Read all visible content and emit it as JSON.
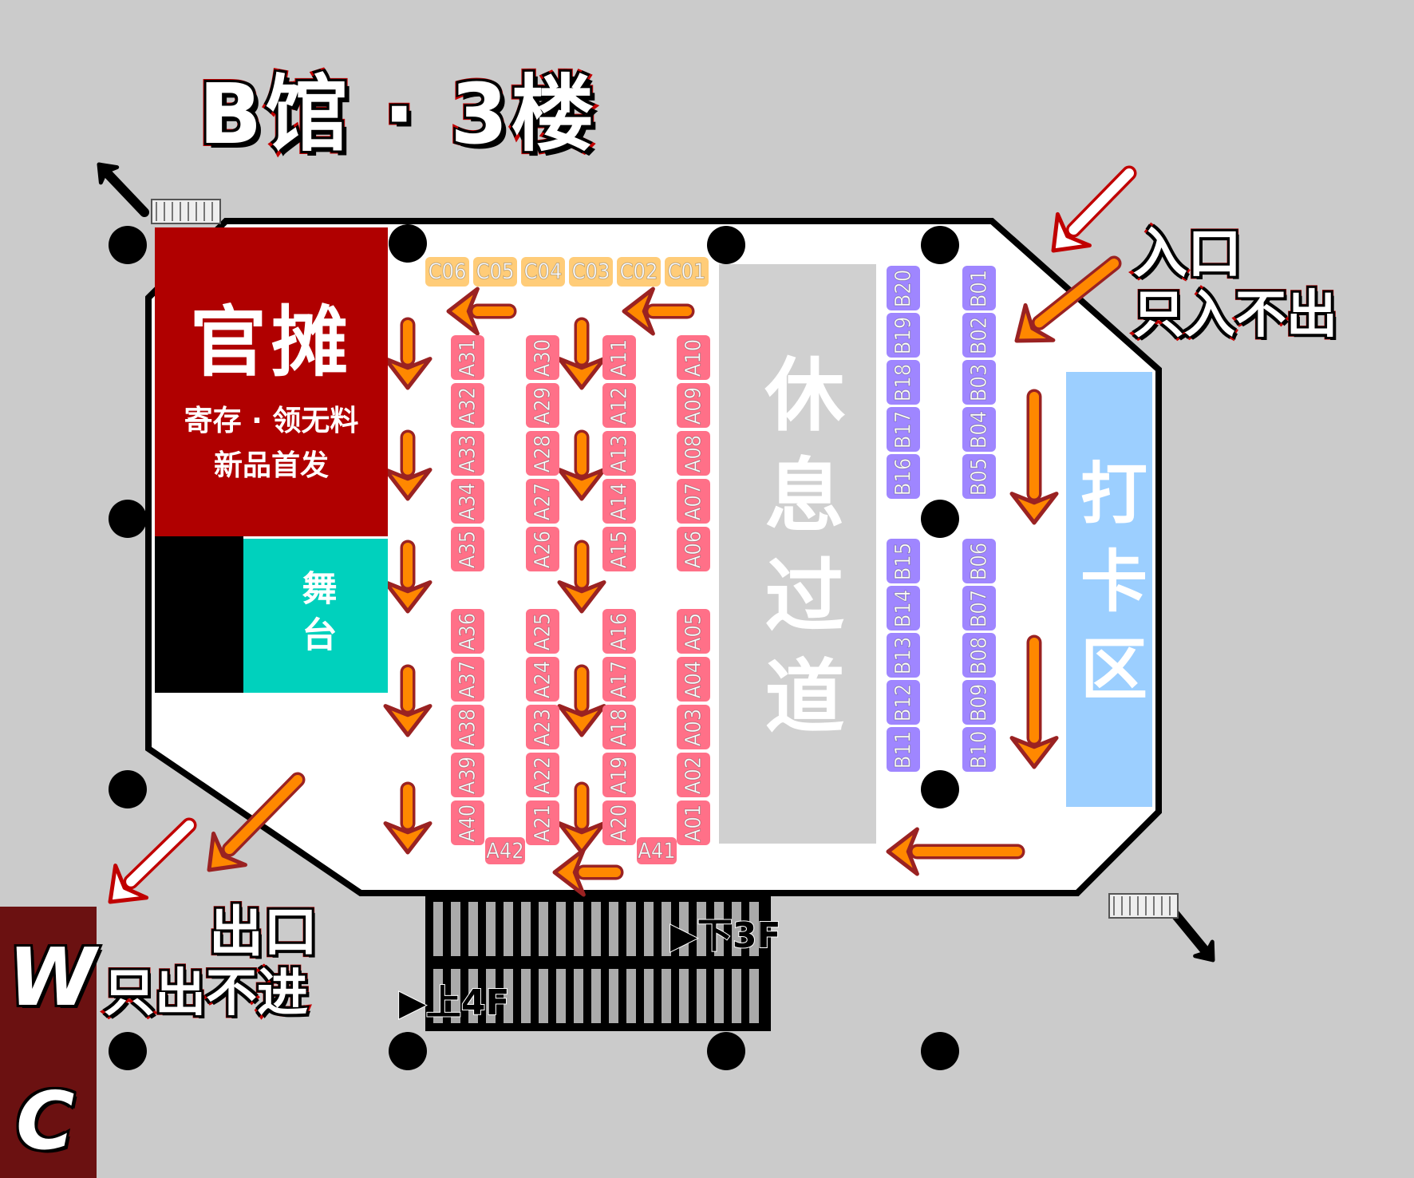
{
  "title": "B馆 · 3楼",
  "zones": {
    "official": {
      "title": "官摊",
      "line1": "寄存 · 领无料",
      "line2": "新品首发"
    },
    "stage": {
      "label": "舞台"
    },
    "rest_aisle": {
      "label": "休息过道"
    },
    "photo": {
      "label": "打卡区"
    }
  },
  "entrance": {
    "line1": "入口",
    "line2": "只入不出"
  },
  "exit": {
    "line1": "出口",
    "line2": "只出不进"
  },
  "escalator": {
    "down": "▶下3F",
    "up": "▶上4F"
  },
  "wc": {
    "w": "W",
    "c": "C"
  },
  "booths": {
    "c_row": [
      "C06",
      "C05",
      "C04",
      "C03",
      "C02",
      "C01"
    ],
    "a_columns": [
      {
        "top": [
          "A31",
          "A32",
          "A33",
          "A34",
          "A35"
        ],
        "bottom": [
          "A36",
          "A37",
          "A38",
          "A39",
          "A40"
        ]
      },
      {
        "top": [
          "A30",
          "A29",
          "A28",
          "A27",
          "A26"
        ],
        "bottom": [
          "A25",
          "A24",
          "A23",
          "A22",
          "A21"
        ]
      },
      {
        "top": [
          "A11",
          "A12",
          "A13",
          "A14",
          "A15"
        ],
        "bottom": [
          "A16",
          "A17",
          "A18",
          "A19",
          "A20"
        ]
      },
      {
        "top": [
          "A10",
          "A09",
          "A08",
          "A07",
          "A06"
        ],
        "bottom": [
          "A05",
          "A04",
          "A03",
          "A02",
          "A01"
        ]
      }
    ],
    "a_extra": [
      "A42",
      "A41"
    ],
    "b_columns": [
      {
        "top": [
          "B20",
          "B19",
          "B18",
          "B17",
          "B16"
        ],
        "bottom": [
          "B15",
          "B14",
          "B13",
          "B12",
          "B11"
        ]
      },
      {
        "top": [
          "B01",
          "B02",
          "B03",
          "B04",
          "B05"
        ],
        "bottom": [
          "B06",
          "B07",
          "B08",
          "B09",
          "B10"
        ]
      }
    ]
  },
  "colors": {
    "background": "#cbcbcb",
    "official": "#b00000",
    "stage": "#00d1bd",
    "photo": "#9ccfff",
    "rest": "#d0d0d0",
    "a_booth": "#ff7088",
    "b_booth": "#9f86ff",
    "c_booth": "#ffcc78",
    "arrow": "#ff8800",
    "arrow_outline": "#9a2222",
    "wc": "#6b1111"
  }
}
